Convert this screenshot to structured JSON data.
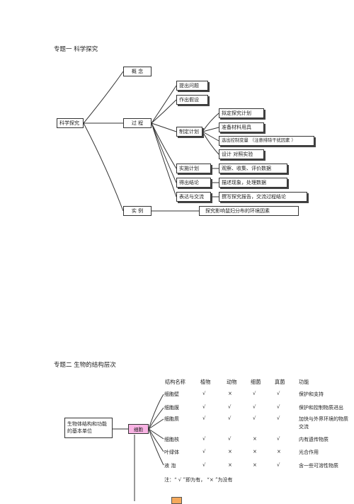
{
  "section1": {
    "title": "专题一    科学探究",
    "root": "科学探究",
    "concept": "概    念",
    "process": "过    程",
    "example": "实    例",
    "steps": [
      "提出问题",
      "作出假设",
      "制定计划",
      "实施计划",
      "得出结论",
      "表达与交流"
    ],
    "plan_items": [
      "拟定探究计划",
      "准备材料用具",
      "选出控制变量  （注意排除干扰因素  ）",
      "设计  对照实验"
    ],
    "step_details": [
      "观察、收集、评价数据",
      "描述现象，处理数据",
      "撰写探究报告，交流过程结论"
    ],
    "example_detail": "探究影响鼠妇分布的环境因素"
  },
  "section2": {
    "title": "专题二    生物的结构层次",
    "root": "生物体结构和功能的基本单位",
    "cell_label": "细胞",
    "headers": [
      "结构名称",
      "植物",
      "动物",
      "细菌",
      "真菌",
      "功能"
    ],
    "rows": [
      [
        "细胞壁",
        "√",
        "×",
        "√",
        "√",
        "保护和支持"
      ],
      [
        "细胞膜",
        "√",
        "√",
        "√",
        "√",
        "保护和控制物质进出"
      ],
      [
        "细胞质",
        "√",
        "√",
        "√",
        "√",
        "加快与外界环境的物质交流"
      ],
      [
        "细胞核",
        "√",
        "√",
        "×",
        "√",
        "内有遗传物质"
      ],
      [
        "叶绿体",
        "√",
        "×",
        "×",
        "×",
        "光合作用"
      ],
      [
        "液    泡",
        "√",
        "×",
        "×",
        "√",
        "含一些可溶性物质"
      ]
    ],
    "note": "注：“ √ ”即为有，  “× ”为没有"
  }
}
